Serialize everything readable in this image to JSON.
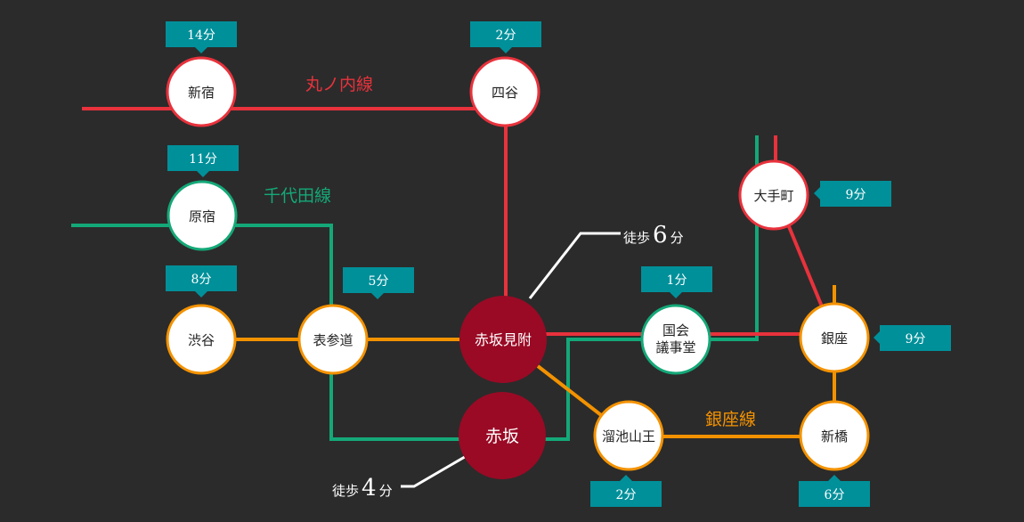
{
  "colors": {
    "background": "#2b2b2b",
    "marunouchi": "#e8323c",
    "chiyoda": "#14a878",
    "ginza": "#f39200",
    "badge": "#00909a",
    "akasaka": "#9a0a25"
  },
  "lines": {
    "marunouchi": "丸ノ内線",
    "chiyoda": "千代田線",
    "ginza": "銀座線"
  },
  "stations": {
    "shinjuku": "新宿",
    "yotsuya": "四谷",
    "harajuku": "原宿",
    "shibuya": "渋谷",
    "omotesando": "表参道",
    "akasaka_mitsuke": "赤坂見附",
    "akasaka": "赤坂",
    "kokkai_1": "国会",
    "kokkai_2": "議事堂",
    "otemachi": "大手町",
    "ginza": "銀座",
    "tameike": "溜池山王",
    "shimbashi": "新橋"
  },
  "times": {
    "shinjuku": "14分",
    "yotsuya": "2分",
    "harajuku": "11分",
    "shibuya": "8分",
    "omotesando": "5分",
    "kokkai": "1分",
    "otemachi": "9分",
    "ginza": "9分",
    "tameike": "2分",
    "shimbashi": "6分"
  },
  "walks": {
    "mitsuke": {
      "prefix": "徒歩",
      "number": "6",
      "unit": "分"
    },
    "akasaka": {
      "prefix": "徒歩",
      "number": "4",
      "unit": "分"
    }
  }
}
